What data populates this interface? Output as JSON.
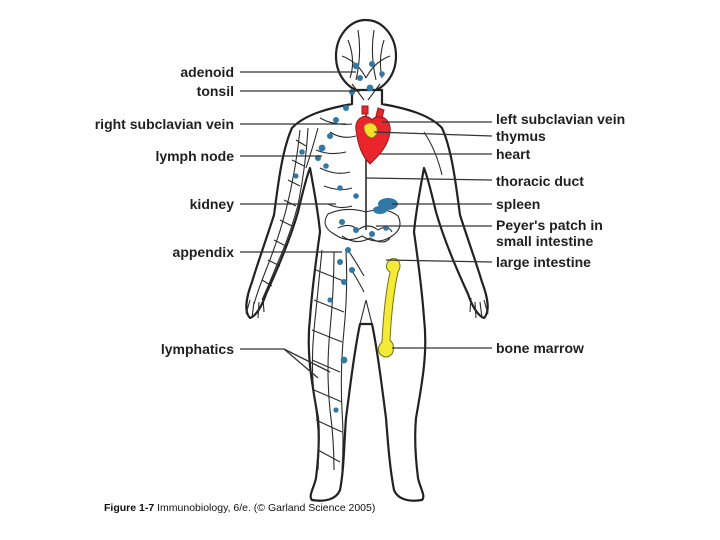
{
  "labels": {
    "adenoid": "adenoid",
    "tonsil": "tonsil",
    "right_subclavian_vein": "right subclavian vein",
    "lymph_node": "lymph node",
    "kidney": "kidney",
    "appendix": "appendix",
    "lymphatics": "lymphatics",
    "left_subclavian_vein": "left subclavian vein",
    "thymus": "thymus",
    "heart": "heart",
    "thoracic_duct": "thoracic duct",
    "spleen": "spleen",
    "peyers_patch_line1": "Peyer's patch in",
    "peyers_patch_line2": "small intestine",
    "large_intestine": "large intestine",
    "bone_marrow": "bone marrow"
  },
  "caption": {
    "figure": "Figure 1-7",
    "text": "Immunobiology, 6/e. (© Garland Science 2005)"
  },
  "colors": {
    "heart": "#e8262b",
    "thymus": "#f3e12a",
    "bone_marrow": "#f4ea3a",
    "spleen": "#2f78a8",
    "lymph_nodes": "#2f78a8",
    "outline": "#222222"
  }
}
